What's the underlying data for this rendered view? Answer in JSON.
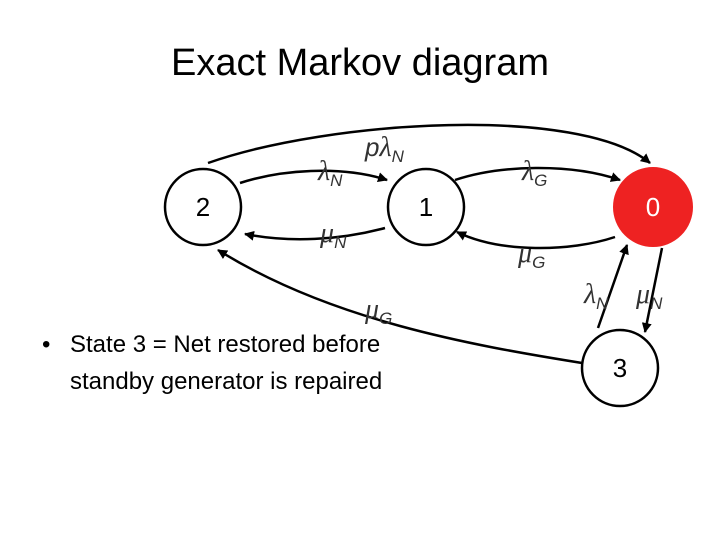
{
  "slide": {
    "title": "Exact Markov diagram",
    "bullets": [
      "State 3 = Net restored before standby generator is repaired"
    ]
  },
  "diagram": {
    "states": [
      {
        "id": "2",
        "label": "2",
        "fill": "#ffffff"
      },
      {
        "id": "1",
        "label": "1",
        "fill": "#ffffff"
      },
      {
        "id": "0",
        "label": "0",
        "fill": "#ee2222"
      },
      {
        "id": "3",
        "label": "3",
        "fill": "#ffffff"
      }
    ],
    "transitions": [
      {
        "from": "2",
        "to": "0",
        "prefix": "p",
        "symbol": "λ",
        "sub": "N"
      },
      {
        "from": "2",
        "to": "1",
        "prefix": "",
        "symbol": "λ",
        "sub": "N"
      },
      {
        "from": "1",
        "to": "0",
        "prefix": "",
        "symbol": "λ",
        "sub": "G"
      },
      {
        "from": "1",
        "to": "2",
        "prefix": "",
        "symbol": "μ",
        "sub": "N"
      },
      {
        "from": "0",
        "to": "1",
        "prefix": "",
        "symbol": "μ",
        "sub": "G"
      },
      {
        "from": "3",
        "to": "0",
        "prefix": "",
        "symbol": "λ",
        "sub": "N"
      },
      {
        "from": "0",
        "to": "3",
        "prefix": "",
        "symbol": "μ",
        "sub": "N"
      },
      {
        "from": "3",
        "to": "2",
        "prefix": "",
        "symbol": "μ",
        "sub": "G"
      }
    ]
  }
}
